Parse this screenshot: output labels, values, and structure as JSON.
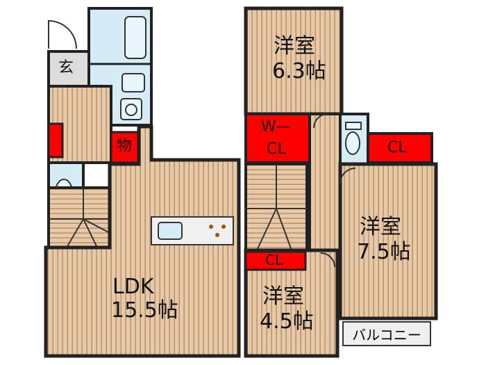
{
  "rooms": {
    "genkan": "玄",
    "storage": "物",
    "ldk_name": "LDK",
    "ldk_size": "15.5帖",
    "room1_name": "洋室",
    "room1_size": "6.3帖",
    "wcl_line1": "W—",
    "wcl_line2": "CL",
    "cl_right": "CL",
    "room2_name": "洋室",
    "room2_size": "7.5帖",
    "cl_small": "CL",
    "room3_name": "洋室",
    "room3_size": "4.5帖",
    "balcony": "バルコニー"
  },
  "colors": {
    "wood": "#e7c9a8",
    "wood_stripe": "#b99474",
    "wall": "#222222",
    "closet_red": "#ff0000",
    "water_blue": "#d6ecf7",
    "entry_gray": "#dcdcdc"
  }
}
